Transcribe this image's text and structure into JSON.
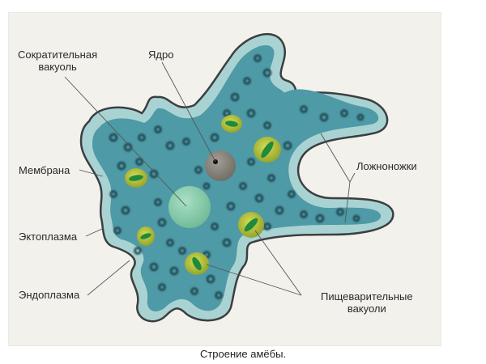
{
  "diagram": {
    "title": "Строение амёбы.",
    "labels": {
      "contractile_vacuole": [
        "Сократительная",
        "вакуоль"
      ],
      "nucleus": "Ядро",
      "membrane": "Мембрана",
      "ectoplasm": "Эктоплазма",
      "endoplasm": "Эндоплазма",
      "pseudopodia": "Ложноножки",
      "digestive_vacuoles": [
        "Пищеварительные",
        "вакуоли"
      ]
    },
    "colors": {
      "background_panel": "#f3f1ec",
      "outline": "#3b3f40",
      "ectoplasm": "#a9d3d3",
      "endoplasm": "#4e9aa6",
      "granule": "#1f3f4a",
      "contractile_vacuole": "#8fd0b0",
      "nucleus": "#8f8a80",
      "food_vacuole_outer": "#b9c63a",
      "food_vacuole_inner": "#1f8a3c",
      "pointer_line": "#555555"
    }
  }
}
